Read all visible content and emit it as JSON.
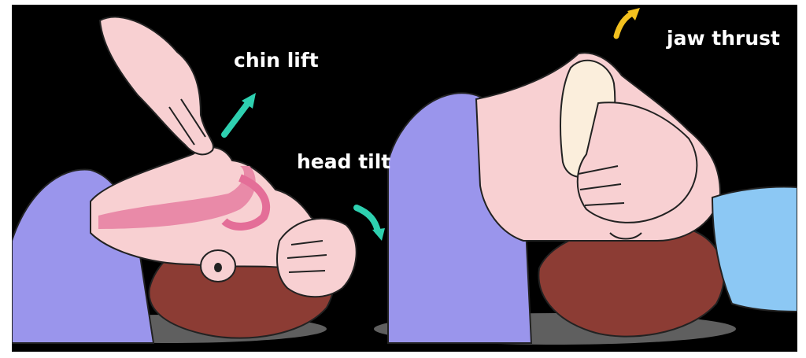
{
  "labels": {
    "chin_lift": "chin lift",
    "head_tilt": "head tilt",
    "jaw_thrust": "jaw thrust"
  },
  "colors": {
    "background": "#000000",
    "skin": "#f8d0d2",
    "hair": "#8c3c34",
    "shirt": "#9a95ec",
    "sleeve": "#8cc8f4",
    "airway": "#e98aa8",
    "cloth": "#fbeedc",
    "arrow_teal": "#2ed0b0",
    "arrow_yellow": "#f2c01e",
    "shadow": "#606060"
  },
  "icons": {
    "chin_lift_arrow": "arrow-up-right-icon",
    "head_tilt_arrow": "curved-arrow-down-icon",
    "jaw_thrust_arrow": "curved-arrow-up-icon"
  }
}
